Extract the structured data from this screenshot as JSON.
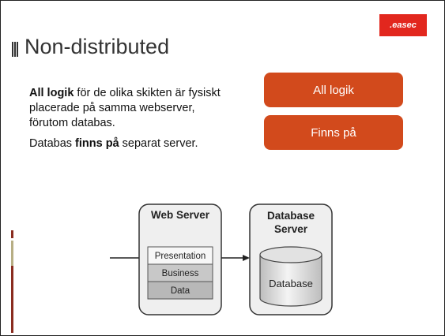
{
  "logo": {
    "text": ".easec"
  },
  "title": "Non-distributed",
  "body": {
    "para1_bold": "All logik",
    "para1_rest": " för de olika skikten är fysiskt placerade på samma webserver, förutom databas.",
    "para2_start": "Databas ",
    "para2_bold": "finns på",
    "para2_rest": " separat server."
  },
  "buttons": {
    "all_logik": "All logik",
    "finns_pa": "Finns på"
  },
  "diagram": {
    "web_server": "Web Server",
    "layers": [
      "Presentation",
      "Business",
      "Data"
    ],
    "database_server_line1": "Database",
    "database_server_line2": "Server",
    "database": "Database"
  },
  "colors": {
    "accent": "#d24a1c",
    "logo": "#e2271e"
  }
}
